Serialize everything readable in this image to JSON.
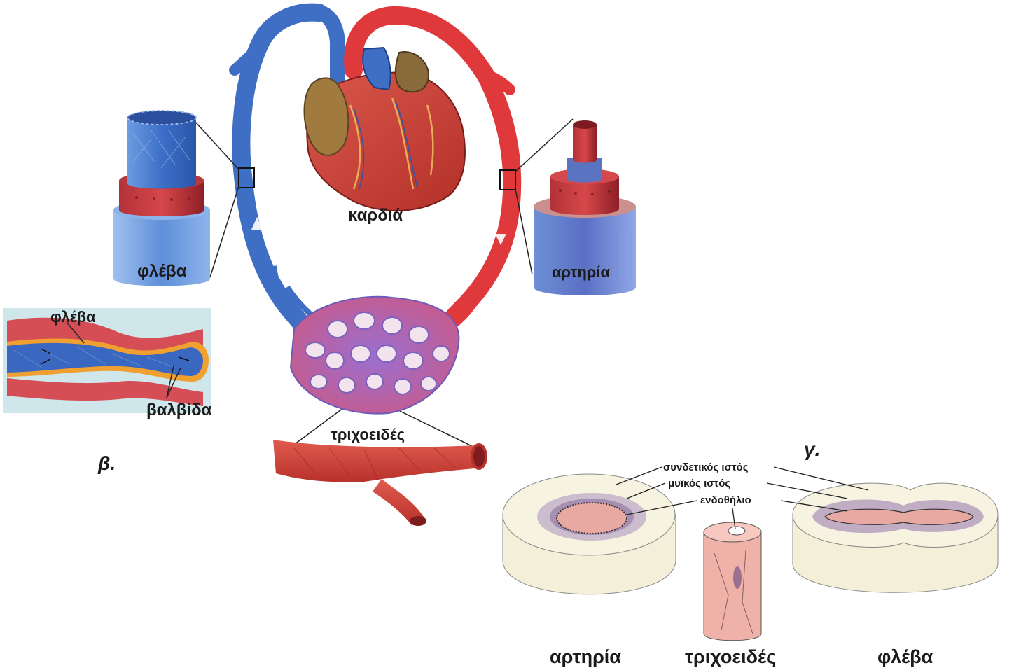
{
  "labels": {
    "heart": "καρδιά",
    "vein_top": "φλέβα",
    "artery_top": "αρτηρία",
    "vein_valve": "φλέβα",
    "valve": "βαλβίδα",
    "capillaries_center": "τριχοειδές",
    "panel_b": "β.",
    "panel_c": "γ.",
    "connective_tissue": "συνδετικός ιστός",
    "muscle_tissue": "μυϊκός ιστός",
    "endothelium": "ενδοθήλιο",
    "artery_bottom": "αρτηρία",
    "capillaries_bottom": "τριχοειδές",
    "vein_bottom": "φλέβα"
  },
  "colors": {
    "vein_blue": "#3f6fc4",
    "artery_red": "#e0393b",
    "heart_red": "#c93a30",
    "atrium_brown": "#a07a3e",
    "tissue_pink": "#e9a9a3",
    "cream": "#f3efd8"
  }
}
